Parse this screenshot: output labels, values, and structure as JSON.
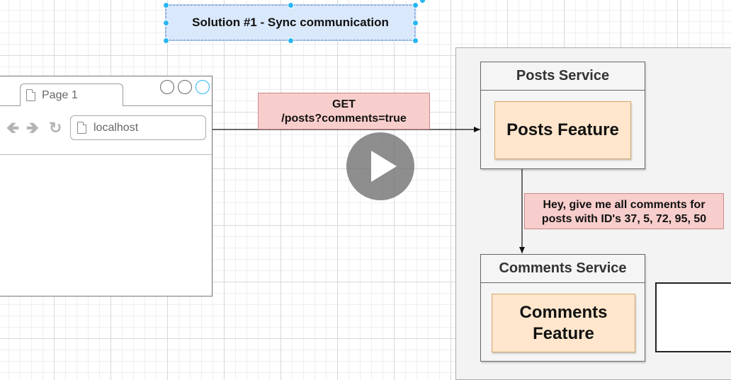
{
  "diagram": {
    "title": "Solution #1 - Sync communication",
    "browser": {
      "tab_label": "Page 1",
      "address": "localhost"
    },
    "request": {
      "line1": "GET",
      "line2": "/posts?comments=true"
    },
    "posts_service": {
      "header": "Posts Service",
      "feature": "Posts Feature"
    },
    "query_note": {
      "line1": "Hey, give me all comments for",
      "line2": "posts with ID's 37, 5, 72, 95, 50"
    },
    "comments_service": {
      "header": "Comments Service",
      "feature_line1": "Comments",
      "feature_line2": "Feature"
    }
  },
  "colors": {
    "title_fill": "#dae8fc",
    "label_fill": "#f8cecc",
    "feature_fill": "#ffe6cc",
    "service_fill": "#f5f5f5",
    "selection_handle": "#29b6f2",
    "play_overlay": "#6e6e6e"
  },
  "icons": [
    "page-icon",
    "back-arrow-icon",
    "forward-arrow-icon",
    "refresh-icon",
    "play-icon"
  ]
}
